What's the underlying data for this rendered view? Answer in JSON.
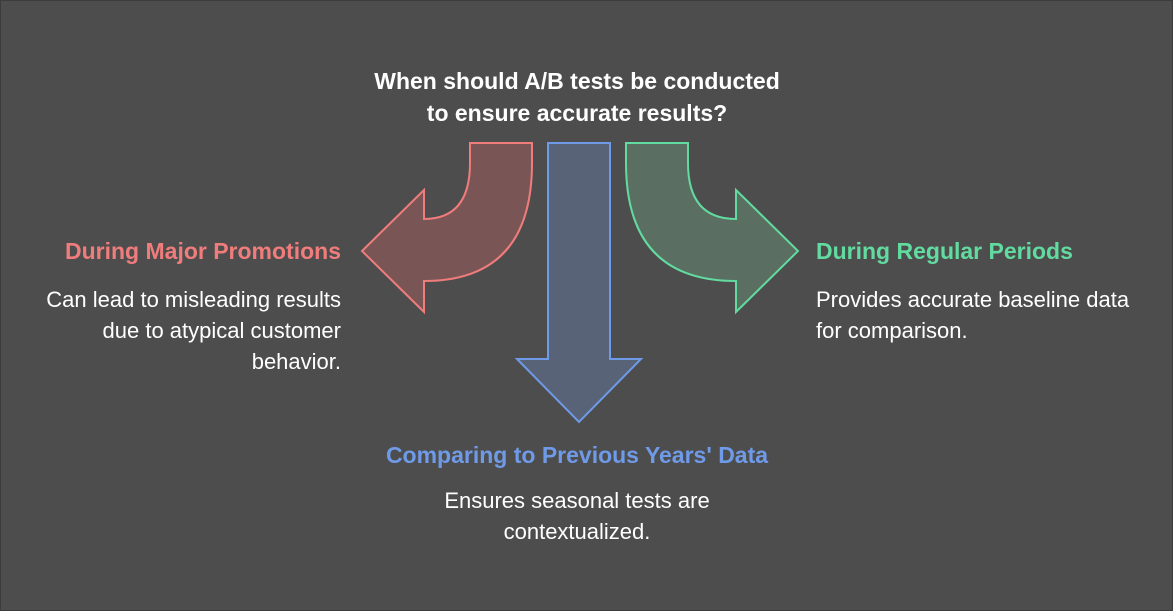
{
  "question": {
    "line1": "When should A/B tests be conducted",
    "line2": "to ensure accurate results?"
  },
  "options": {
    "left": {
      "title": "During Major Promotions",
      "description": "Can lead to misleading results due to atypical customer behavior.",
      "color": "#f07c7c",
      "fill": "#7a5555"
    },
    "center": {
      "title": "Comparing to Previous Years' Data",
      "description": "Ensures seasonal tests are contextualized.",
      "color": "#6f9ae8",
      "fill": "#596378"
    },
    "right": {
      "title": "During Regular Periods",
      "description": "Provides accurate baseline data for comparison.",
      "color": "#62dba0",
      "fill": "#5a6e62"
    }
  }
}
